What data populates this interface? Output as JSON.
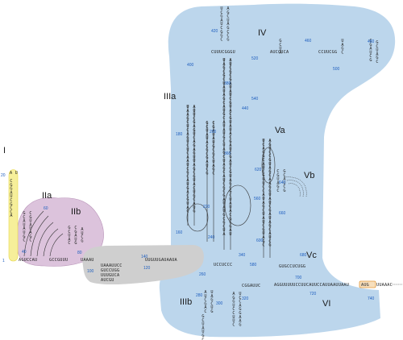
{
  "colors": {
    "domain_I": "#f6ef9a",
    "domain_I_stroke": "#e8d84a",
    "domain_II": "#dcc3dc",
    "domain_II_stroke": "#b893b8",
    "linker": "#cfcfcf",
    "domains_III_VI": "#bcd6ec",
    "number": "#1f5fbf",
    "start_codon_box": "#e39a3c"
  },
  "domain_labels": {
    "I": "I",
    "IIa": "IIa",
    "IIb": "IIb",
    "IIIa": "IIIa",
    "IIIb": "IIIb",
    "IV": "IV",
    "Va": "Va",
    "Vb": "Vb",
    "Vc": "Vc",
    "VI": "VI"
  },
  "position_numbers": {
    "n1": "1",
    "n20": "20",
    "n40": "40",
    "n60": "60",
    "n80": "80",
    "n100": "100",
    "n120": "120",
    "n140": "140",
    "n160": "160",
    "n180": "180",
    "n200": "200",
    "n220": "220",
    "n240": "240",
    "n260": "260",
    "n280": "280",
    "n300": "300",
    "n320": "320",
    "n340": "340",
    "n360": "360",
    "n380": "380",
    "n400": "400",
    "n420": "420",
    "n440": "440",
    "n460": "460",
    "n480": "480",
    "n500": "500",
    "n520": "520",
    "n540": "540",
    "n560": "560",
    "n580": "580",
    "n600": "600",
    "n620": "620",
    "n640": "640",
    "n660": "660",
    "n680": "680",
    "n700": "700",
    "n720": "720",
    "n740": "740"
  },
  "sequences": {
    "linker_5p": "AGUCCAU",
    "iib_base": "GCCGUUU",
    "linker_mid": "UAAAU",
    "linker_main": "UUGUUGAUAAUA",
    "iiib_junction": "UCCUCCC",
    "iv_left": "CUUUCGGGU",
    "iv_right": "AUCCUCA",
    "iv_far": "CCUUCGG",
    "vi_leader": "AGGUUUUUCCUUCAUUCCAUUAAUUAAU",
    "start_codon": "AUG",
    "after_aug": "UUAAAC",
    "end_seq": "AUG",
    "vc_stem": "GUGCCUCUGG",
    "iiib_base": "CGGAUUC"
  }
}
